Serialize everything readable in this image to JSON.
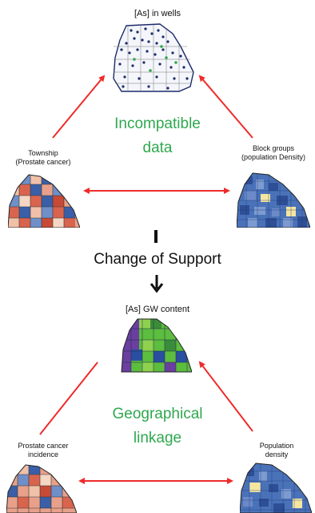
{
  "top": {
    "wells_label": "[As] in wells",
    "center_text_line1": "Incompatible",
    "center_text_line2": "data",
    "left_label_line1": "Township",
    "left_label_line2": "(Prostate cancer)",
    "right_label_line1": "Block groups",
    "right_label_line2": "(population Density)"
  },
  "middle": {
    "change_label": "Change of Support"
  },
  "bottom": {
    "gw_label": "[As] GW content",
    "center_text_line1": "Geographical",
    "center_text_line2": "linkage",
    "left_label_line1": "Prostate cancer",
    "left_label_line2": "incidence",
    "right_label_line1": "Population",
    "right_label_line2": "density"
  },
  "colors": {
    "arrow_red": "#ef2b2b",
    "text_green": "#2fa84f",
    "map_blue": "#3a5fa8",
    "map_red": "#d9644e",
    "map_green": "#5cbd3e",
    "map_purple": "#6a3fa0"
  }
}
